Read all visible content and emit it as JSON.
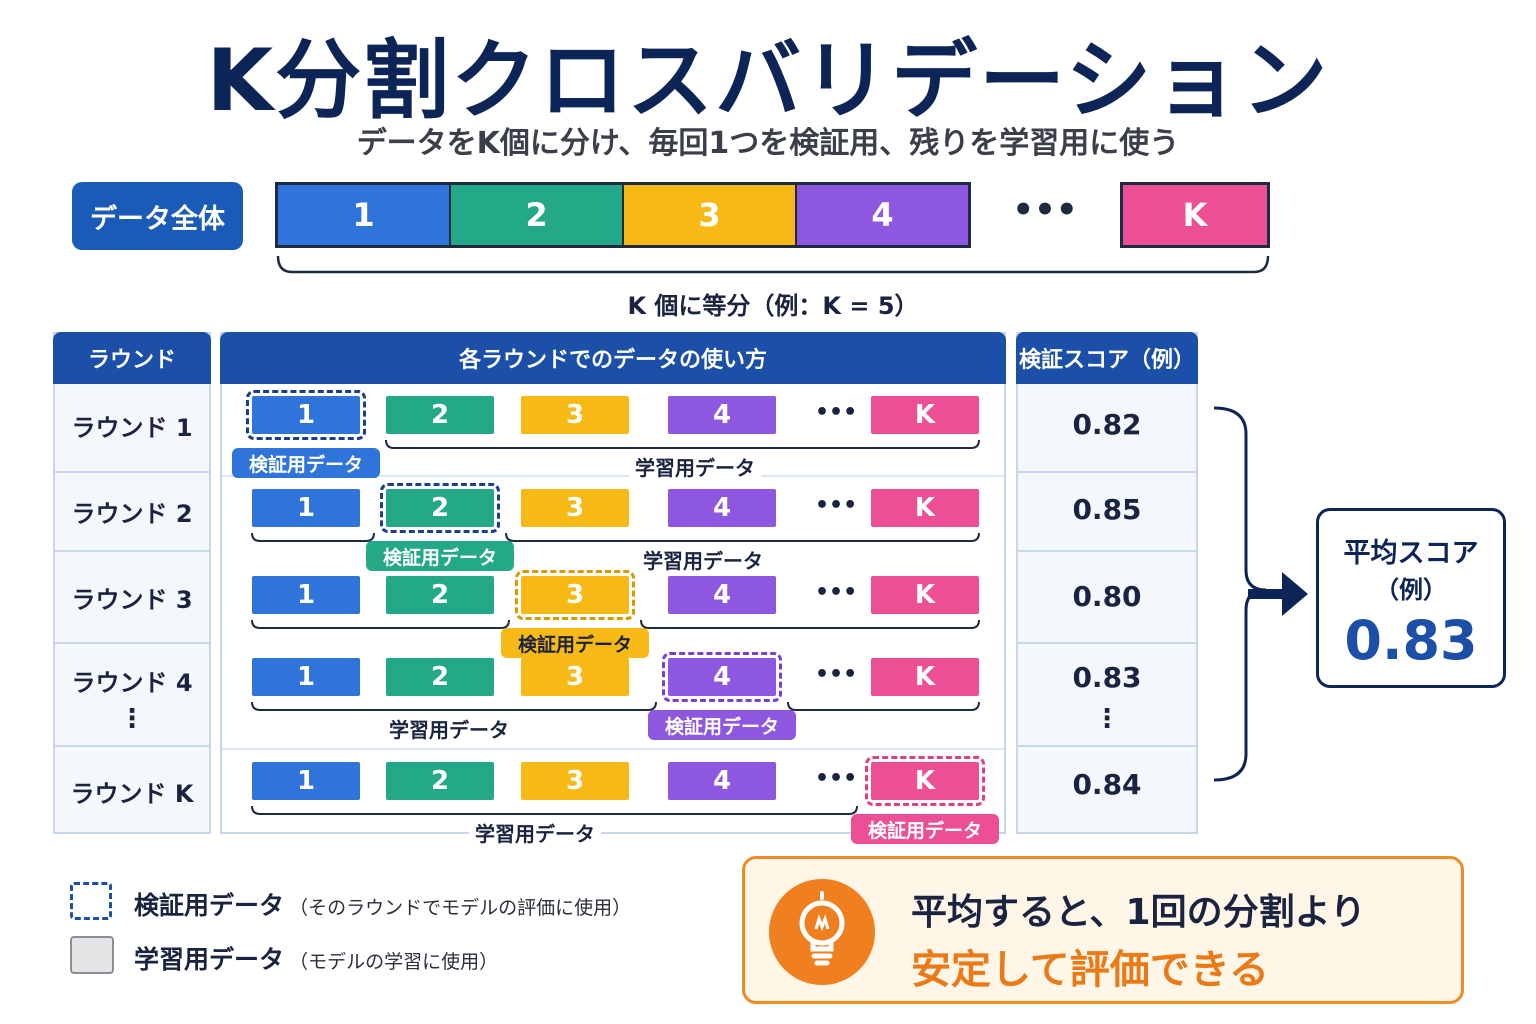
{
  "title": "K分割クロスバリデーション",
  "subtitle": "データをK個に分け、毎回1つを検証用、残りを学習用に使う",
  "all_data_label": "データ全体",
  "folds": [
    {
      "label": "1",
      "color": "#2f74db"
    },
    {
      "label": "2",
      "color": "#23a888"
    },
    {
      "label": "3",
      "color": "#f7b915"
    },
    {
      "label": "4",
      "color": "#8d57e0"
    },
    {
      "label": "K",
      "color": "#ec4f94"
    }
  ],
  "dots": "•••",
  "split_label": "K 個に等分（例：K = 5）",
  "headers": {
    "round": "ラウンド",
    "usage": "各ラウンドでのデータの使い方",
    "score": "検証スコア（例）"
  },
  "rounds": [
    {
      "label": "ラウンド 1",
      "val_index": 0,
      "score": "0.82",
      "val_tag": "検証用データ",
      "train_tag": "学習用データ"
    },
    {
      "label": "ラウンド 2",
      "val_index": 1,
      "score": "0.85",
      "val_tag": "検証用データ",
      "train_tag": "学習用データ"
    },
    {
      "label": "ラウンド 3",
      "val_index": 2,
      "score": "0.80",
      "val_tag": "検証用データ",
      "train_tag": ""
    },
    {
      "label": "ラウンド 4",
      "val_index": 3,
      "score": "0.83",
      "val_tag": "検証用データ",
      "train_tag": "学習用データ"
    },
    {
      "label": "ラウンド K",
      "val_index": 4,
      "score": "0.84",
      "val_tag": "検証用データ",
      "train_tag": "学習用データ"
    }
  ],
  "vertical_dots": "⋮",
  "average": {
    "title": "平均スコア",
    "sub": "（例）",
    "value": "0.83"
  },
  "legend": {
    "val_label": "検証用データ",
    "val_note": "（そのラウンドでモデルの評価に使用）",
    "train_label": "学習用データ",
    "train_note": "（モデルの学習に使用）"
  },
  "tip": {
    "line1": "平均すると、1回の分割より",
    "line2": "安定して評価できる",
    "icon": "lightbulb-icon"
  }
}
